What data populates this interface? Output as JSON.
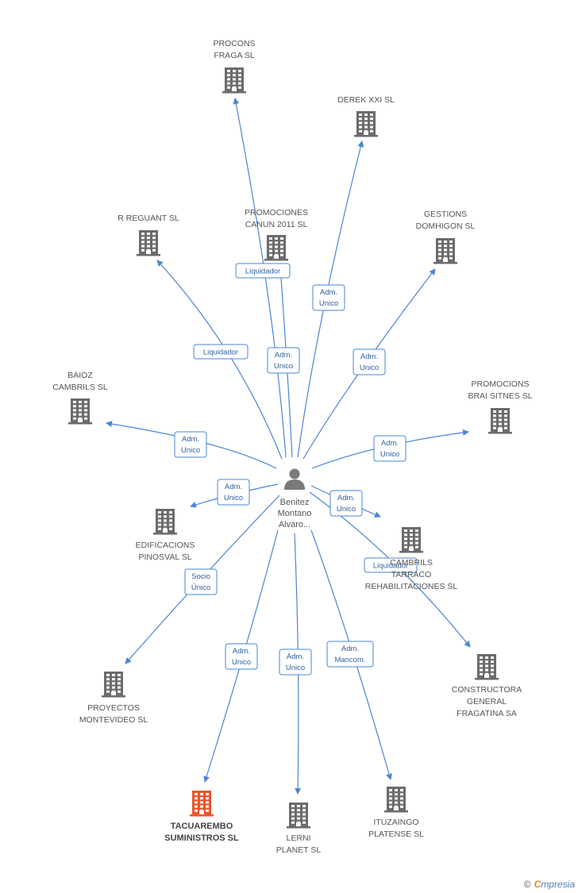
{
  "center": {
    "icon": "person-icon",
    "label_lines": [
      "Benitez",
      "Montano",
      "Alvaro..."
    ]
  },
  "colors": {
    "edge": "#4a86d4",
    "building": "#6b6b6b",
    "building_focus": "#e8552c",
    "badge_border": "#4a86d4",
    "badge_text": "#2f5f9e"
  },
  "nodes": [
    {
      "id": "procons",
      "label_lines": [
        "PROCONS",
        "FRAGA SL"
      ],
      "focus": false
    },
    {
      "id": "derek",
      "label_lines": [
        "DEREK XXI  SL"
      ],
      "focus": false
    },
    {
      "id": "promociones-canun",
      "label_lines": [
        "PROMOCIONES",
        "CANUN 2011  SL"
      ],
      "focus": false
    },
    {
      "id": "r-reguant",
      "label_lines": [
        "R REGUANT SL"
      ],
      "focus": false
    },
    {
      "id": "gestions",
      "label_lines": [
        "GESTIONS",
        "DOMHIGON SL"
      ],
      "focus": false
    },
    {
      "id": "baioz",
      "label_lines": [
        "BAIOZ",
        "CAMBRILS SL"
      ],
      "focus": false
    },
    {
      "id": "promocions-brai",
      "label_lines": [
        "PROMOCIONS",
        "BRAI SITNES SL"
      ],
      "focus": false
    },
    {
      "id": "edificacions",
      "label_lines": [
        "EDIFICACIONS",
        "PINOSVAL SL"
      ],
      "focus": false
    },
    {
      "id": "cambrils-tarraco",
      "label_lines": [
        "CAMBRILS",
        "TARRACO",
        "REHABILITACIONES SL"
      ],
      "focus": false
    },
    {
      "id": "proyectos",
      "label_lines": [
        "PROYECTOS",
        "MONTEVIDEO SL"
      ],
      "focus": false
    },
    {
      "id": "constructora",
      "label_lines": [
        "CONSTRUCTORA",
        "GENERAL",
        "FRAGATINA SA"
      ],
      "focus": false
    },
    {
      "id": "tacuarembo",
      "label_lines": [
        "TACUAREMBO",
        "SUMINISTROS SL"
      ],
      "focus": true
    },
    {
      "id": "lerni",
      "label_lines": [
        "LERNI",
        "PLANET SL"
      ],
      "focus": false
    },
    {
      "id": "ituzaingo",
      "label_lines": [
        "ITUZAINGO",
        "PLATENSE  SL"
      ],
      "focus": false
    }
  ],
  "edges": [
    {
      "to": "procons",
      "badge_lines": [
        "Liquidador"
      ]
    },
    {
      "to": "promociones-canun",
      "badge_lines": [
        "Adm.",
        "Unico"
      ]
    },
    {
      "to": "derek",
      "badge_lines": [
        "Adm.",
        "Unico"
      ]
    },
    {
      "to": "r-reguant",
      "badge_lines": [
        "Liquidador"
      ]
    },
    {
      "to": "gestions",
      "badge_lines": [
        "Adm.",
        "Unico"
      ]
    },
    {
      "to": "baioz",
      "badge_lines": [
        "Adm.",
        "Unico"
      ]
    },
    {
      "to": "promocions-brai",
      "badge_lines": [
        "Adm.",
        "Unico"
      ]
    },
    {
      "to": "edificacions",
      "badge_lines": [
        "Adm.",
        "Unico"
      ]
    },
    {
      "to": "cambrils-tarraco",
      "badge_lines": [
        "Adm.",
        "Unico"
      ]
    },
    {
      "to": "constructora",
      "badge_lines": [
        "Liquidador"
      ]
    },
    {
      "to": "proyectos",
      "badge_lines": [
        "Socio",
        "Único"
      ]
    },
    {
      "to": "tacuarembo",
      "badge_lines": [
        "Adm.",
        "Unico"
      ]
    },
    {
      "to": "lerni",
      "badge_lines": [
        "Adm.",
        "Unico"
      ]
    },
    {
      "to": "ituzaingo",
      "badge_lines": [
        "Adm.",
        "Mancom."
      ]
    }
  ],
  "footer": {
    "copyright": "©",
    "brand_first": "C",
    "brand_rest": "mpresia"
  }
}
